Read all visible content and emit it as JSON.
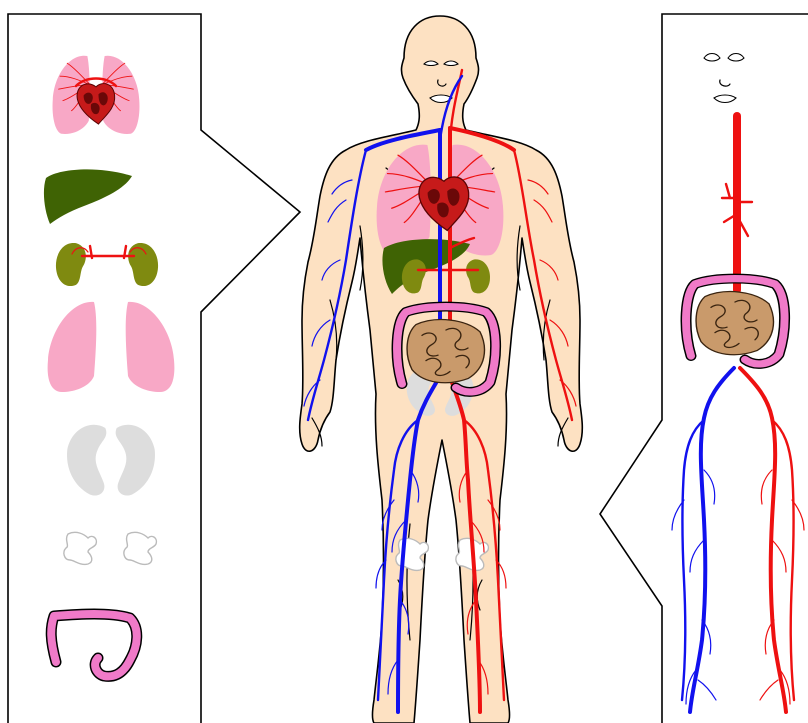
{
  "diagram": {
    "colors": {
      "skin": "#fde1c2",
      "skin_outline": "#000000",
      "artery": "#ee1111",
      "vein": "#1111ee",
      "lung": "#f8a8c6",
      "heart": "#c61a1a",
      "heart_dark": "#6a0808",
      "liver": "#3f6304",
      "kidney": "#7f8a10",
      "intestine_large": "#f07ac8",
      "intestine_small": "#c99a6b",
      "faded_organ": "#dddddd",
      "background": "#ffffff"
    },
    "panels": [
      {
        "id": "left",
        "items": [
          {
            "name": "lungs-heart",
            "icon": "lungs-heart-icon"
          },
          {
            "name": "liver",
            "icon": "liver-icon"
          },
          {
            "name": "kidneys",
            "icon": "kidneys-icon"
          },
          {
            "name": "lungs",
            "icon": "lungs-icon"
          },
          {
            "name": "pelvis",
            "icon": "pelvis-bones-icon"
          },
          {
            "name": "knee",
            "icon": "knee-bones-icon"
          },
          {
            "name": "large-intestine",
            "icon": "large-intestine-icon"
          }
        ]
      },
      {
        "id": "right",
        "items": [
          {
            "name": "face",
            "icon": "face-icon"
          },
          {
            "name": "aorta",
            "icon": "aorta-icon"
          },
          {
            "name": "intestines",
            "icon": "intestines-icon"
          },
          {
            "name": "leg-vessels",
            "icon": "leg-vessels-icon"
          }
        ]
      }
    ],
    "center": {
      "figure": "human-body-circulatory-system"
    }
  }
}
